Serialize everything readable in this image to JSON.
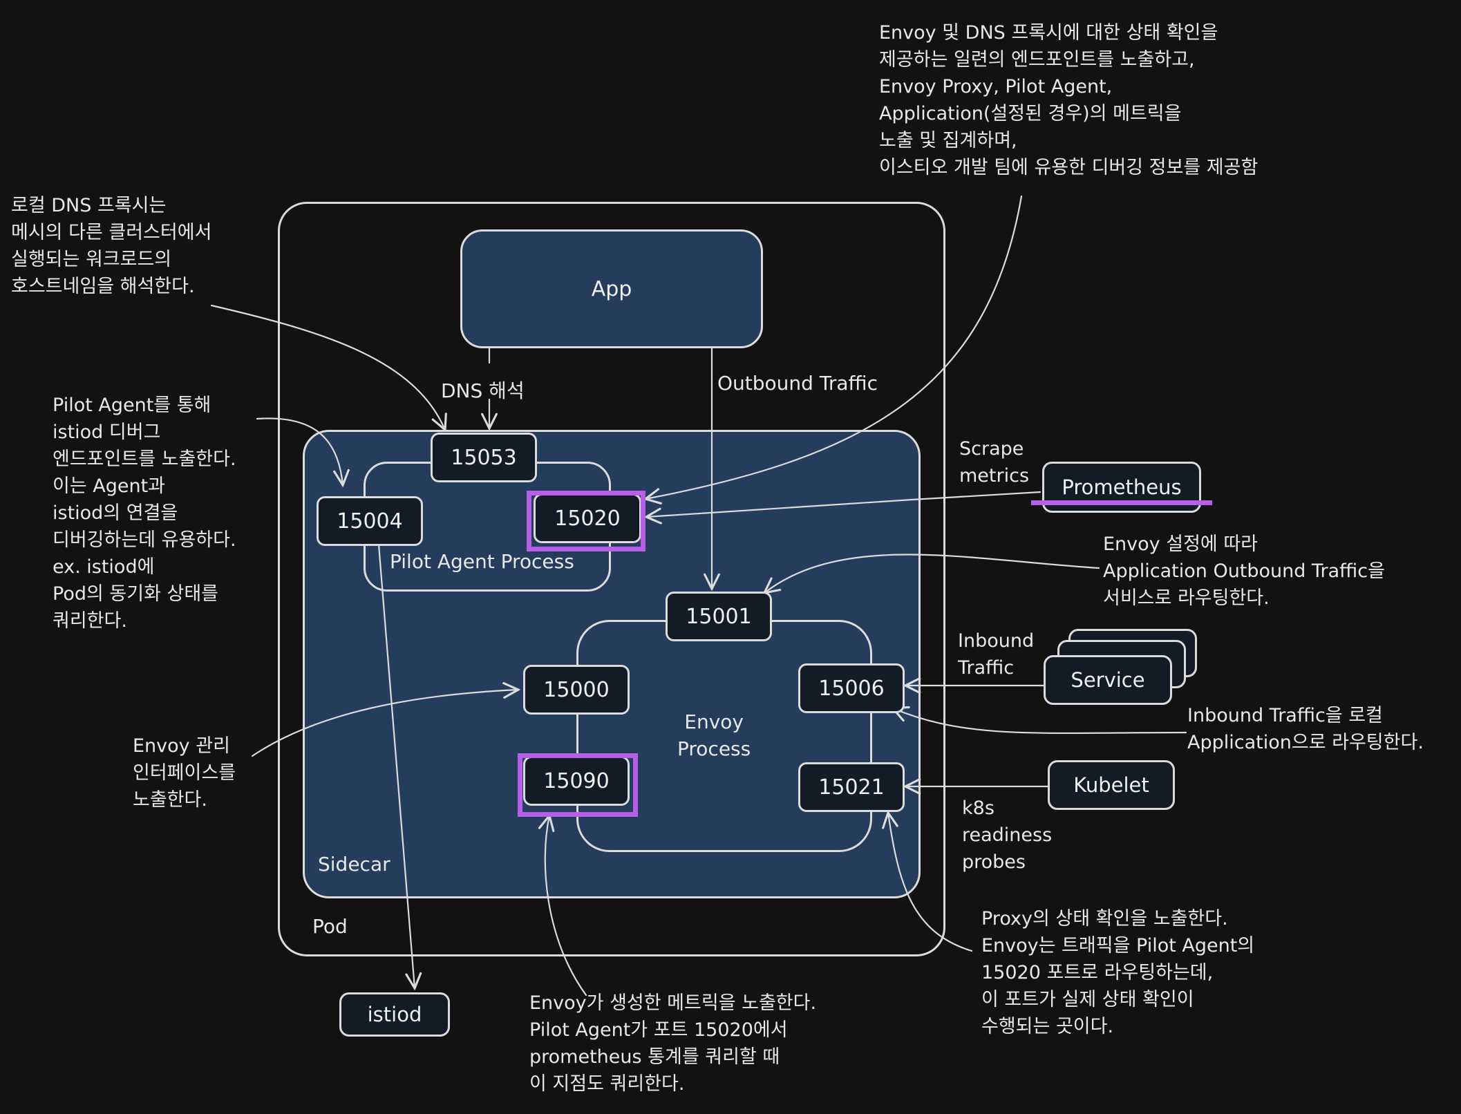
{
  "nodes": {
    "app": "App",
    "prometheus": "Prometheus",
    "service": "Service",
    "kubelet": "Kubelet",
    "istiod": "istiod"
  },
  "containers": {
    "pod": "Pod",
    "sidecar": "Sidecar",
    "pilot_agent_process": "Pilot Agent Process",
    "envoy_process": "Envoy\nProcess"
  },
  "ports": {
    "p15053": "15053",
    "p15004": "15004",
    "p15020": "15020",
    "p15001": "15001",
    "p15000": "15000",
    "p15006": "15006",
    "p15090": "15090",
    "p15021": "15021"
  },
  "edge_labels": {
    "dns": "DNS 해석",
    "outbound": "Outbound Traffic",
    "scrape": "Scrape\nmetrics",
    "inbound": "Inbound\nTraffic",
    "probes": "k8s\nreadiness\nprobes"
  },
  "notes": {
    "top_right": "Envoy 및 DNS 프록시에 대한 상태 확인을\n제공하는 일련의 엔드포인트를 노출하고,\nEnvoy Proxy, Pilot Agent,\nApplication(설정된 경우)의 메트릭을\n노출 및 집계하며,\n이스티오 개발 팀에 유용한 디버깅 정보를 제공함",
    "dns_proxy": "로컬 DNS 프록시는\n메시의 다른 클러스터에서\n실행되는 워크로드의\n호스트네임을 해석한다.",
    "pilot_agent": "Pilot Agent를 통해\nistiod 디버그\n엔드포인트를 노출한다.\n이는 Agent과\nistiod의 연결을\n디버깅하는데 유용하다.\nex. istiod에\nPod의 동기화 상태를\n쿼리한다.",
    "envoy_admin": "Envoy 관리\n인터페이스를\n노출한다.",
    "outbound_route": "Envoy 설정에 따라\nApplication Outbound Traffic을\n서비스로 라우팅한다.",
    "inbound_route": "Inbound Traffic을 로컬\nApplication으로 라우팅한다.",
    "health": "Proxy의 상태 확인을 노출한다.\nEnvoy는 트래픽을 Pilot Agent의\n15020 포트로 라우팅하는데,\n이 포트가 실제 상태 확인이\n수행되는 곳이다.",
    "metrics": "Envoy가 생성한 메트릭을 노출한다.\nPilot Agent가 포트 15020에서\nprometheus 통계를 쿼리할 때\n이 지점도 쿼리한다."
  },
  "colors": {
    "background": "#121212",
    "sidecar_fill": "#253c5c",
    "app_fill": "#253c5c",
    "port_fill": "#131b27",
    "stroke": "#dcdcdc",
    "highlight": "#b660e8"
  }
}
